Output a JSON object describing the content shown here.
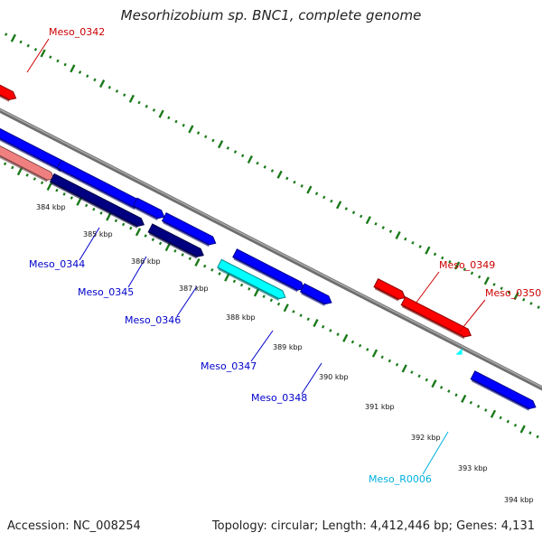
{
  "title": "Mesorhizobium sp. BNC1, complete genome",
  "footer": {
    "accession": "Accession: NC_008254",
    "stats": "Topology: circular; Length: 4,412,446 bp; Genes: 4,131"
  },
  "colors": {
    "backbone": "#808080",
    "tick_green": "#1a7a1a",
    "red": "#ff0000",
    "pink": "#f08080",
    "blue": "#0000ff",
    "navy": "#000080",
    "cyan": "#00ffff",
    "label_red": "#cc0000",
    "label_blue": "#0000cc",
    "label_cyan": "#00b0e0"
  },
  "gene_labels": [
    {
      "text": "Meso_0342",
      "color": "label_red"
    },
    {
      "text": "Meso_0344",
      "color": "label_blue"
    },
    {
      "text": "Meso_0345",
      "color": "label_blue"
    },
    {
      "text": "Meso_0346",
      "color": "label_blue"
    },
    {
      "text": "Meso_0347",
      "color": "label_blue"
    },
    {
      "text": "Meso_0348",
      "color": "label_blue"
    },
    {
      "text": "Meso_0349",
      "color": "label_red"
    },
    {
      "text": "Meso_0350",
      "color": "label_red"
    },
    {
      "text": "Meso_R0006",
      "color": "label_cyan"
    }
  ],
  "tick_labels": [
    "384 kbp",
    "385 kbp",
    "386 kbp",
    "387 kbp",
    "388 kbp",
    "389 kbp",
    "390 kbp",
    "391 kbp",
    "392 kbp",
    "393 kbp",
    "394 kbp"
  ]
}
